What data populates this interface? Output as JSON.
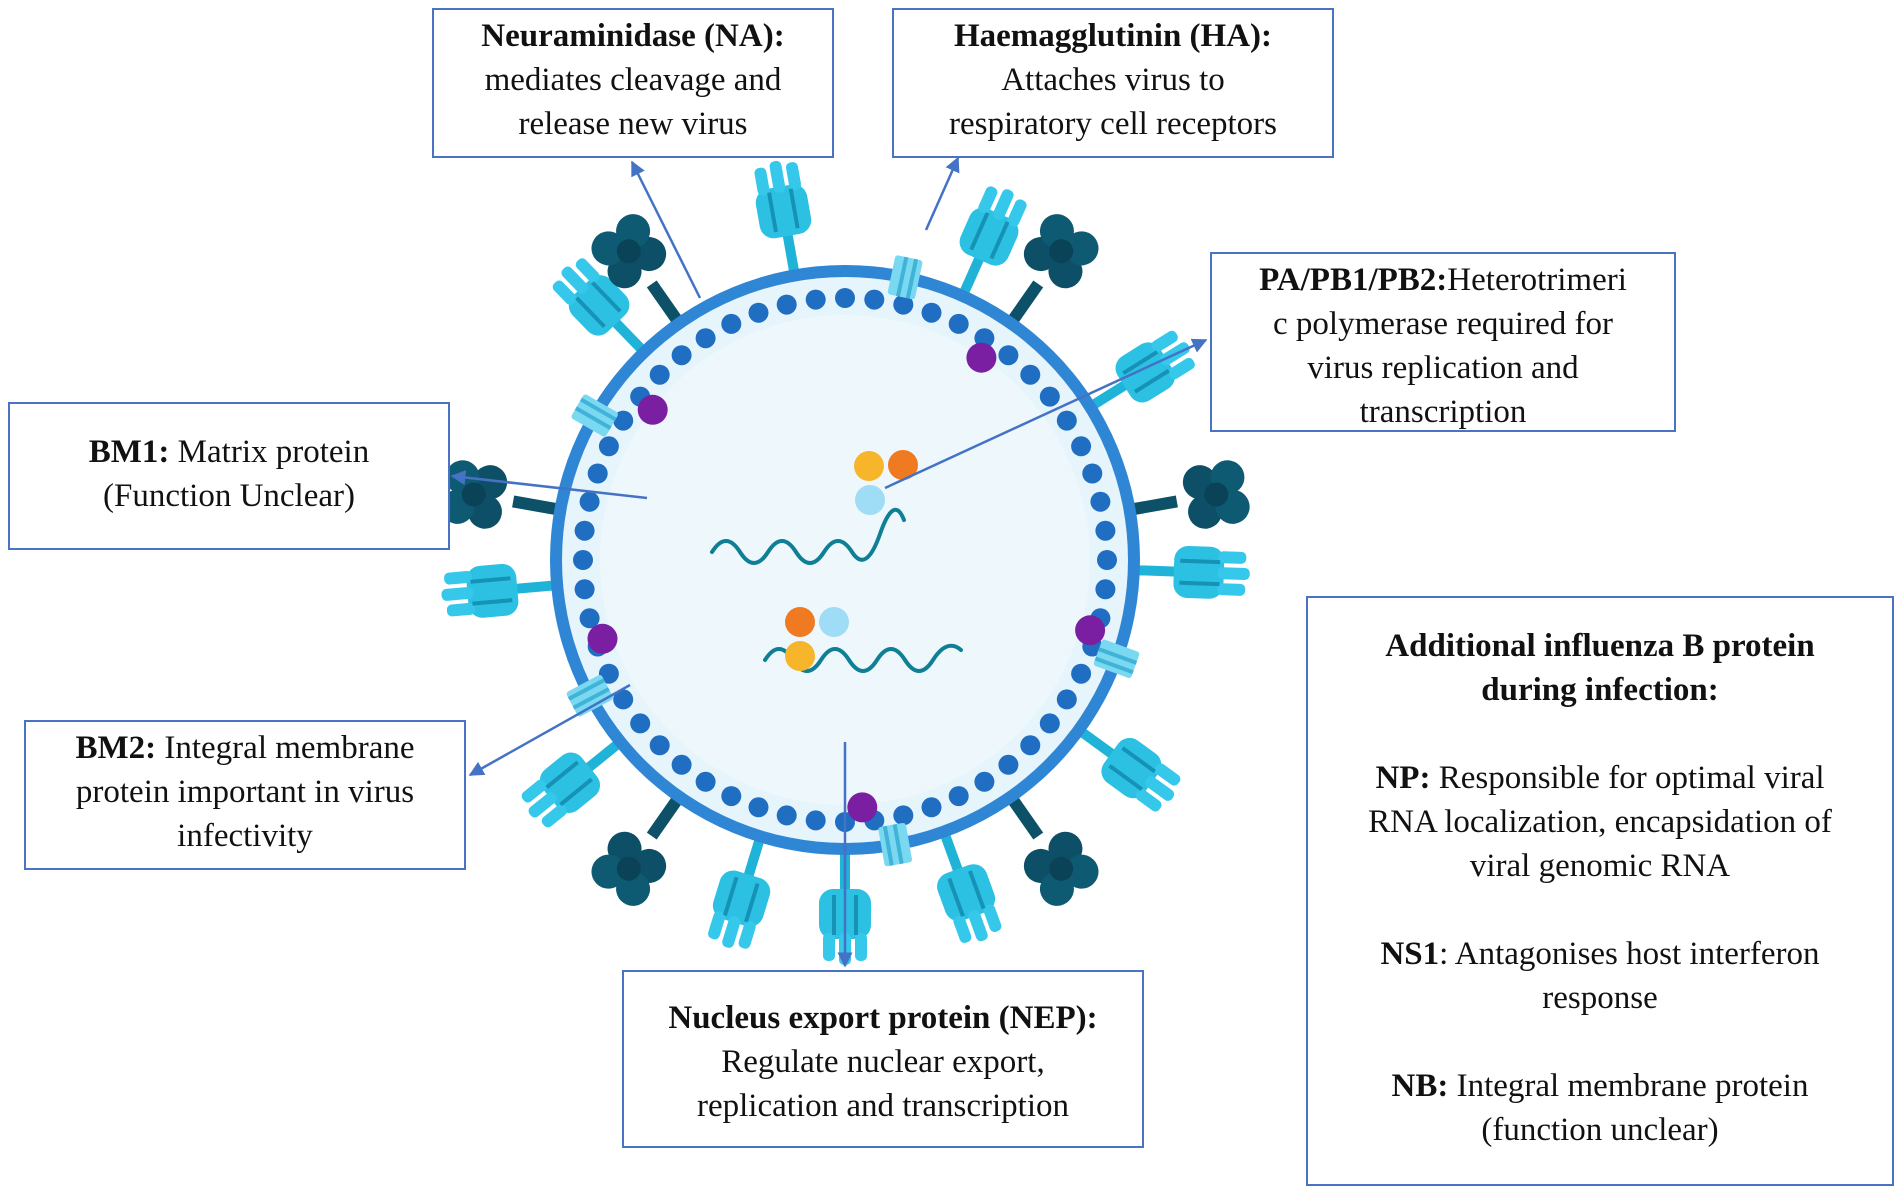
{
  "colors": {
    "arrow": "#4472c4",
    "box_border": "#4a73c4",
    "membrane": "#2f86d4",
    "matrix_dot": "#1f6ec2",
    "interior": "#eef8fc",
    "ha_spike": "#29bde0",
    "na_spike": "#0d4f66",
    "bm2_channel": "#6fd3ef",
    "purple_protein": "#7a1fa2",
    "rna": "#0f7f95",
    "pa": "#f7b52b",
    "pb1": "#f07a22",
    "pb2": "#9fdcf5"
  },
  "labels": {
    "na": {
      "title": "Neuraminidase (NA):",
      "line1": "mediates cleavage and",
      "line2": "release new virus"
    },
    "ha": {
      "title": "Haemagglutinin (HA):",
      "line1": "Attaches virus to",
      "line2": "respiratory cell receptors"
    },
    "pa": {
      "title": "PA/PB1/PB2:",
      "line1_rest": "Heterotrimeri",
      "line2": "c polymerase required for",
      "line3": "virus replication and",
      "line4": "transcription"
    },
    "bm1": {
      "title": "BM1:",
      "line1_rest": " Matrix protein",
      "line2": "(Function Unclear)"
    },
    "bm2": {
      "title": "BM2:",
      "line1_rest": " Integral membrane",
      "line2": "protein important in virus",
      "line3": "infectivity"
    },
    "nep": {
      "title": "Nucleus export protein (NEP):",
      "line1": "Regulate nuclear export,",
      "line2": "replication and transcription"
    },
    "additional": {
      "heading1": "Additional influenza B protein",
      "heading2": "during infection:",
      "np_title": "NP:",
      "np_line1": " Responsible for optimal viral",
      "np_line2": "RNA localization, encapsidation of",
      "np_line3": "viral genomic RNA",
      "ns1_title": "NS1",
      "ns1_line1": ": Antagonises host interferon",
      "ns1_line2": "response",
      "nb_title": "NB:",
      "nb_line1": " Integral membrane protein",
      "nb_line2": "(function unclear)"
    }
  }
}
